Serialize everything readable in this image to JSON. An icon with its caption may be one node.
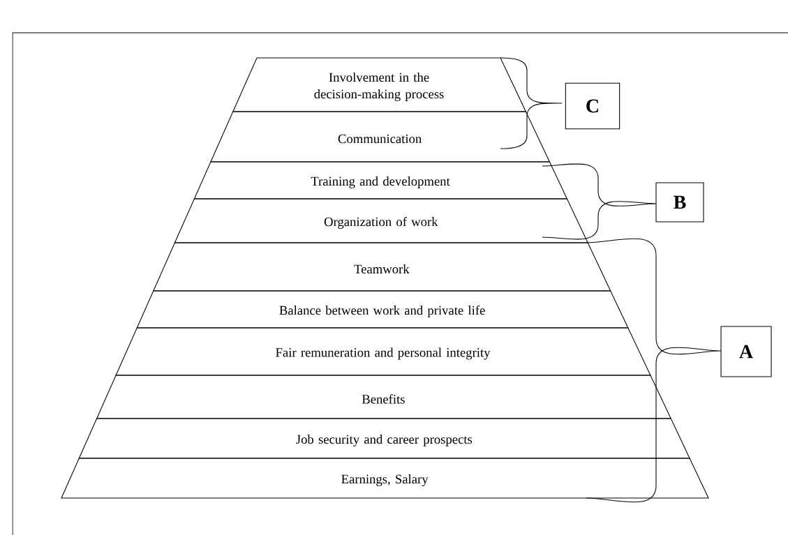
{
  "diagram": {
    "nodes": [
      {
        "text": [
          "Involvement in the decision-making  process"
        ]
      },
      {
        "text": [
          "Communication"
        ]
      },
      {
        "text": [
          "Training and development"
        ]
      },
      {
        "text": [
          "Organization of work"
        ]
      },
      {
        "text": [
          "Teamwork"
        ]
      },
      {
        "text": [
          "Balance between work and private life"
        ]
      },
      {
        "text": [
          "Fair remuneration and personal integrity"
        ]
      },
      {
        "text": [
          "Benefits"
        ]
      },
      {
        "text": [
          "Job security and career prospects"
        ]
      },
      {
        "text": [
          "Earnings, Salary"
        ]
      },
      {
        "text": [
          "C"
        ]
      },
      {
        "text": [
          "B"
        ]
      },
      {
        "text": [
          "A"
        ]
      }
    ]
  }
}
